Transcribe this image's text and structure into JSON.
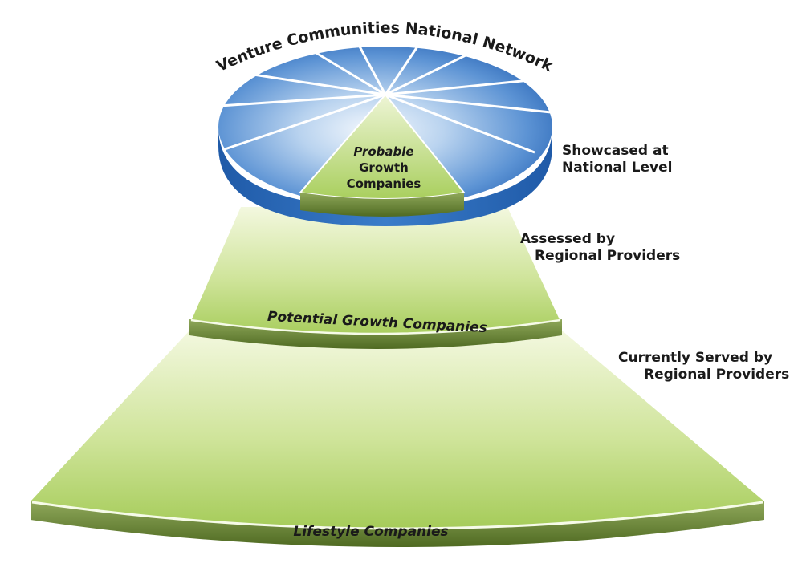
{
  "network_title": "Venture Communities National Network",
  "tiers": {
    "probable": {
      "line1": "Probable",
      "line2": "Growth",
      "line3": "Companies"
    },
    "potential": "Potential Growth Companies",
    "lifestyle": "Lifestyle Companies"
  },
  "side_labels": {
    "national": {
      "line1": "Showcased at",
      "line2": "National Level"
    },
    "assessed": {
      "line1": "Assessed by",
      "line2": "Regional Providers"
    },
    "served": {
      "line1": "Currently Served by",
      "line2": "Regional Providers"
    }
  },
  "colors": {
    "disc_blue": "#2f6fc0",
    "disc_light": "#e9f2fb",
    "green_light": "#eef6d4",
    "green": "#a9cf5e",
    "green_dark": "#5f7f2a"
  }
}
